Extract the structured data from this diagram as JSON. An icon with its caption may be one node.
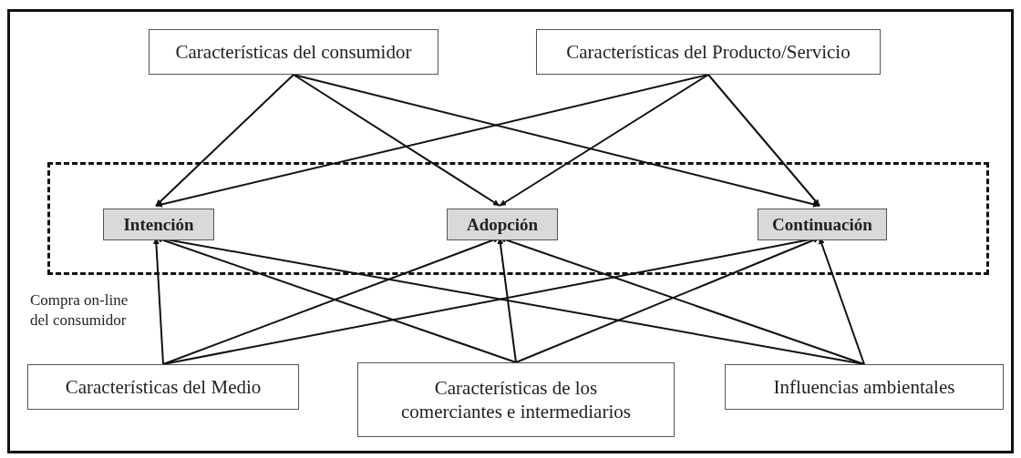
{
  "diagram": {
    "nodes": [
      {
        "text": [
          "Características del consumidor"
        ]
      },
      {
        "text": [
          "Características del Producto/Servicio"
        ]
      },
      {
        "text": [
          "Compra on-line del consumidor"
        ]
      },
      {
        "text": [
          "Intención"
        ],
        "in": 2
      },
      {
        "text": [
          "Adopción"
        ],
        "in": 2
      },
      {
        "text": [
          "Continuación"
        ],
        "in": 2
      },
      {
        "text": [
          "Características del Medio"
        ]
      },
      {
        "text": [
          "Características de los comerciantes e intermediarios"
        ]
      },
      {
        "text": [
          "Influencias ambientales"
        ]
      }
    ],
    "edges": [
      {
        "from": 0,
        "to": 3,
        "arrow": "to"
      },
      {
        "from": 0,
        "to": 4,
        "arrow": "to"
      },
      {
        "from": 0,
        "to": 5,
        "arrow": "to"
      },
      {
        "from": 1,
        "to": 3,
        "arrow": "to"
      },
      {
        "from": 1,
        "to": 4,
        "arrow": "to"
      },
      {
        "from": 1,
        "to": 5,
        "arrow": "to"
      },
      {
        "from": 6,
        "to": 3,
        "arrow": "to"
      },
      {
        "from": 6,
        "to": 4,
        "arrow": "to"
      },
      {
        "from": 6,
        "to": 5,
        "arrow": "to"
      },
      {
        "from": 7,
        "to": 3,
        "arrow": "to"
      },
      {
        "from": 7,
        "to": 4,
        "arrow": "to"
      },
      {
        "from": 7,
        "to": 5,
        "arrow": "to"
      },
      {
        "from": 8,
        "to": 3,
        "arrow": "to"
      },
      {
        "from": 8,
        "to": 4,
        "arrow": "to"
      },
      {
        "from": 8,
        "to": 5,
        "arrow": "to"
      }
    ]
  }
}
